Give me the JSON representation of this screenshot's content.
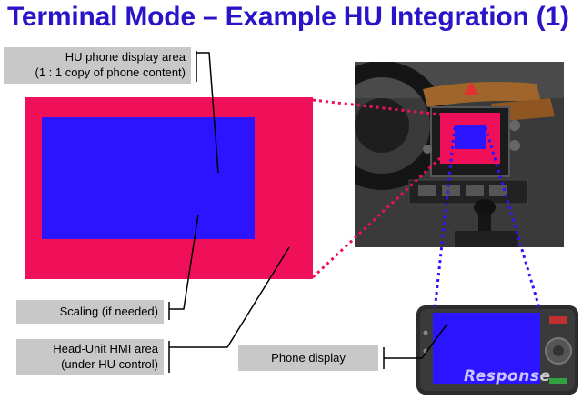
{
  "title": "Terminal Mode – Example HU Integration (1)",
  "labels": {
    "phone_display_area": {
      "line1": "HU phone display area",
      "line2": "(1 : 1 copy of phone content)"
    },
    "scaling": "Scaling (if needed)",
    "hmi_area": {
      "line1": "Head-Unit HMI area",
      "line2": "(under HU control)"
    },
    "phone_display": "Phone display"
  },
  "colors": {
    "title": "#2a14c8",
    "hmi_area": "#f0105a",
    "phone_area": "#2b14ff",
    "label_bg": "#c8c8c8"
  },
  "watermark": "Response"
}
